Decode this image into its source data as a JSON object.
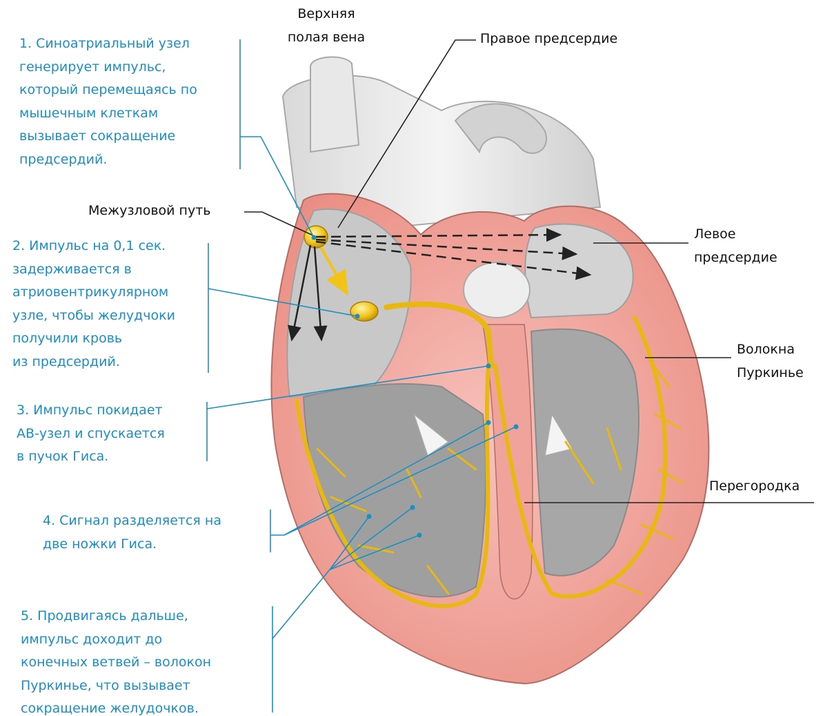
{
  "labels": {
    "svc": {
      "lines": [
        "Верхняя",
        "полая вена"
      ]
    },
    "ra": {
      "text": "Правое предсердие"
    },
    "internodal": {
      "text": "Межузловой путь"
    },
    "la": {
      "lines": [
        "Левое",
        "предсердие"
      ]
    },
    "purkinje": {
      "lines": [
        "Волокна",
        "Пуркинье"
      ]
    },
    "septum": {
      "text": "Перегородка"
    }
  },
  "steps": [
    {
      "lines": [
        "1. Синоатриальный узел",
        "генерирует импульс,",
        "который перемещаясь по",
        "мышечным клеткам",
        "вызывает сокращение",
        "предсердий."
      ]
    },
    {
      "lines": [
        "2. Импульс на 0,1 сек.",
        "задерживается в",
        "атриовентрикулярном",
        "узле, чтобы желудчоки",
        "получили кровь",
        "из предсердий."
      ]
    },
    {
      "lines": [
        "3. Импульс покидает",
        "АВ-узел и спускается",
        "в пучок Гиса."
      ]
    },
    {
      "lines": [
        "4. Сигнал разделяется на",
        "две ножки Гиса."
      ]
    },
    {
      "lines": [
        "5. Продвигаясь дальше,",
        "импульс доходит до",
        "конечных ветвей – волокон",
        "Пуркинье, что вызывает",
        "сокращение желудочков."
      ]
    }
  ],
  "colors": {
    "annotation_blue": "#1a8fc2",
    "conduction_yellow": "#f2c419",
    "myocardium_pink": "#f0a39a",
    "chamber_gray": "#b9b9b9"
  }
}
